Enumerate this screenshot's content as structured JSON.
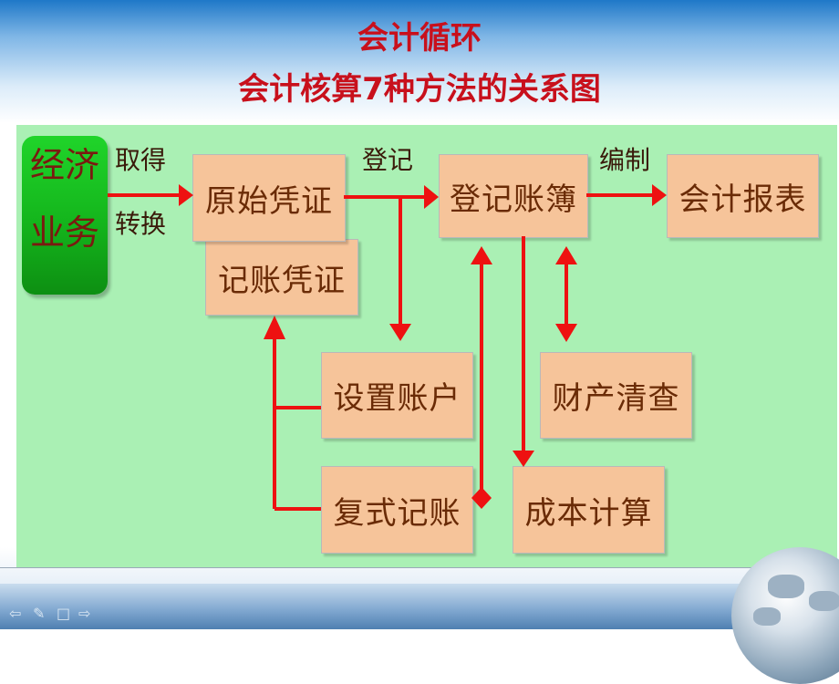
{
  "title": {
    "line1": "会计循环",
    "line2": "会计核算7种方法的关系图"
  },
  "diagram": {
    "source": {
      "line1": "经济",
      "line2": "业务"
    },
    "labels": {
      "obtain": "取得",
      "convert": "转换",
      "register": "登记",
      "compile": "编制"
    },
    "boxes": {
      "original_voucher": "原始凭证",
      "accounting_voucher": "记账凭证",
      "ledger": "登记账簿",
      "report": "会计报表",
      "set_accounts": "设置账户",
      "double_entry": "复式记账",
      "inventory": "财产清查",
      "cost_calc": "成本计算"
    }
  },
  "colors": {
    "title": "#c8101c",
    "arrow": "#ee1111",
    "diagram_bg": "#aaf0b4",
    "box_fill": "#f6c49a",
    "box_text": "#6a2b06",
    "source_green": "#14b51c"
  },
  "icons": [
    "arrow-left-icon",
    "pen-icon",
    "square-icon",
    "arrow-right-icon",
    "globe-icon"
  ]
}
